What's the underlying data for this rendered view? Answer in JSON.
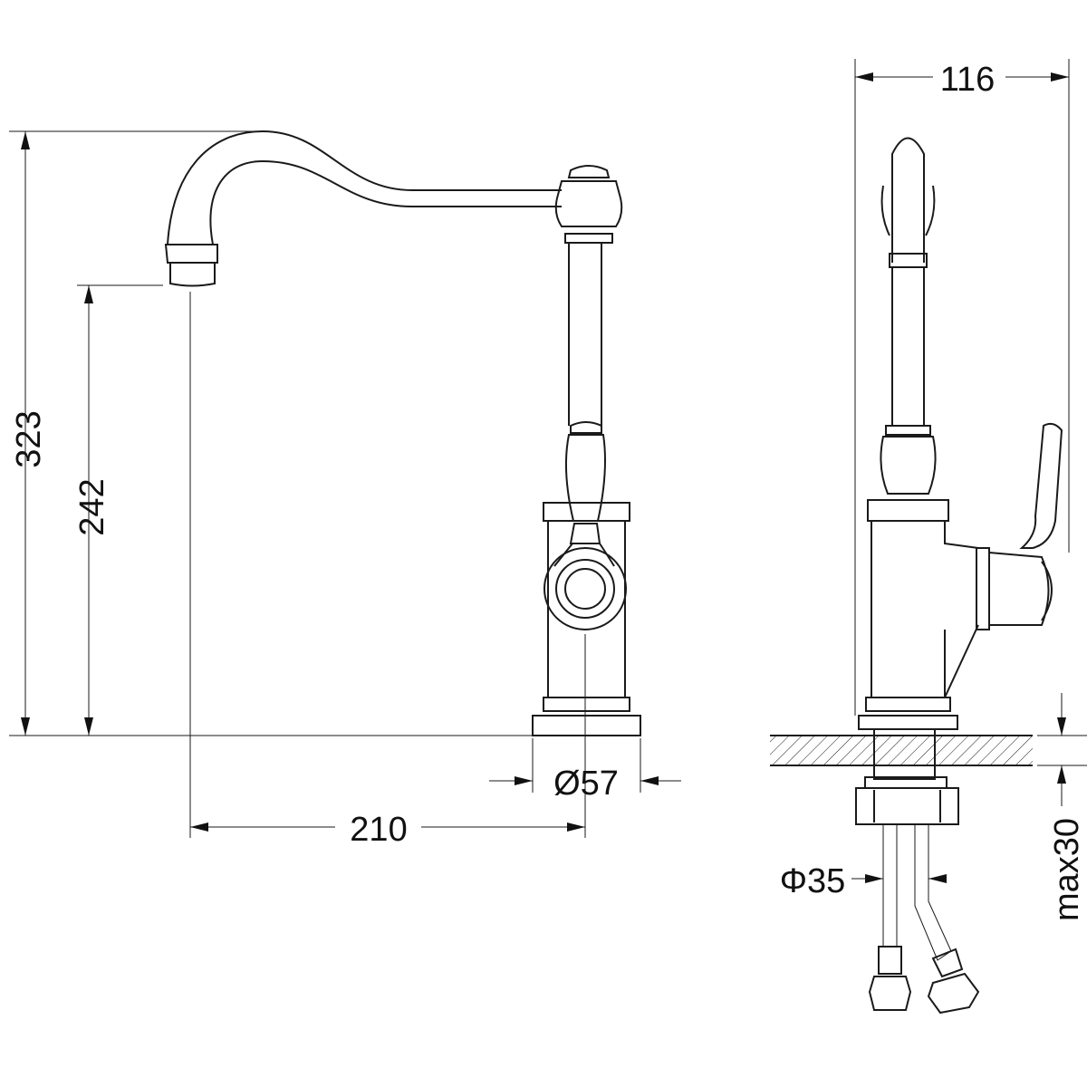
{
  "dimensions": {
    "total_height": "323",
    "spout_height": "242",
    "base_diameter": "Ø57",
    "spout_reach": "210",
    "depth": "116",
    "hole_diameter": "Φ35",
    "max_counter_thickness": "max30"
  },
  "colors": {
    "line": "#1a1a1a",
    "background": "#ffffff"
  }
}
